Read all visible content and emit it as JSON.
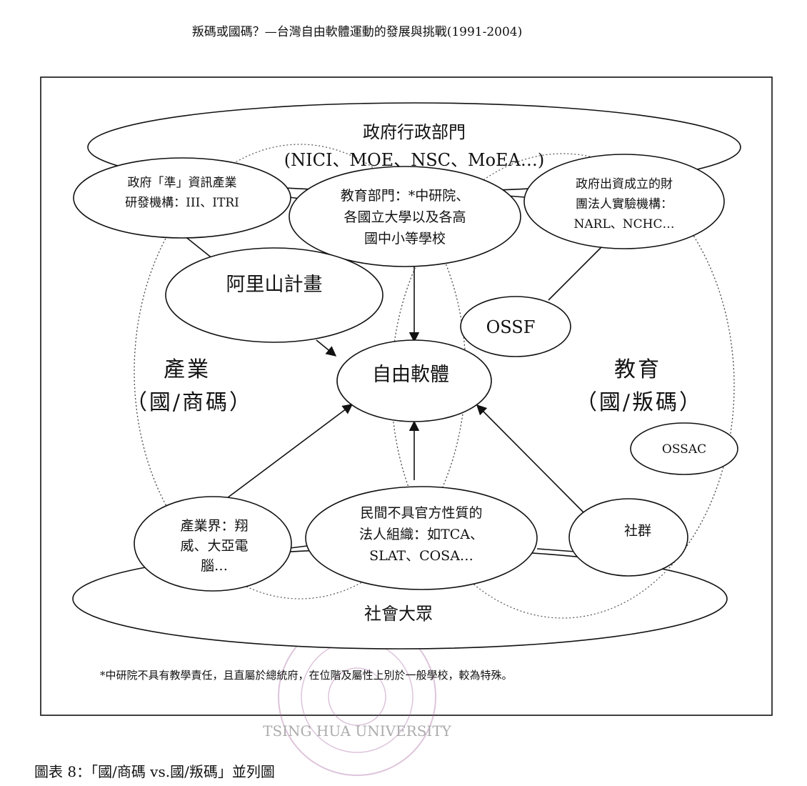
{
  "header": "叛碼或國碼？—台灣自由軟體運動的發展與挑戰(1991-2004)",
  "caption": "圖表 8：「國/商碼 vs.國/叛碼」並列圖",
  "nodes": {
    "gov_exec": {
      "line1": "政府行政部門",
      "line2": "(NICI、MOE、NSC、MoEA…)"
    },
    "gov_quasi": {
      "line1": "政府「準」資訊產業",
      "line2": "研發機構：III、ITRI"
    },
    "edu_dept": {
      "line1": "教育部門：*中研院、",
      "line2": "各國立大學以及各高",
      "line3": "國中小等學校"
    },
    "gov_funded": {
      "line1": "政府出資成立的財",
      "line2": "團法人實驗機構：",
      "line3": "NARL、NCHC…"
    },
    "alishan": "阿里山計畫",
    "ossf": "OSSF",
    "free_software": "自由軟體",
    "industry_zone": {
      "line1": "產業",
      "line2": "（國/商碼）"
    },
    "education_zone": {
      "line1": "教育",
      "line2": "（國/叛碼）"
    },
    "ossac": "OSSAC",
    "industry_firms": {
      "line1": "產業界：翔",
      "line2": "威、大亞電",
      "line3": "腦…"
    },
    "civil_org": {
      "line1": "民間不具官方性質的",
      "line2": "法人組織：如TCA、",
      "line3": "SLAT、COSA…"
    },
    "community": "社群",
    "public": "社會大眾"
  },
  "footnote": "*中研院不具有教學責任，且直屬於總統府，在位階及屬性上別於一般學校，較為特殊。",
  "watermark": "TSING HUA UNIVERSITY"
}
